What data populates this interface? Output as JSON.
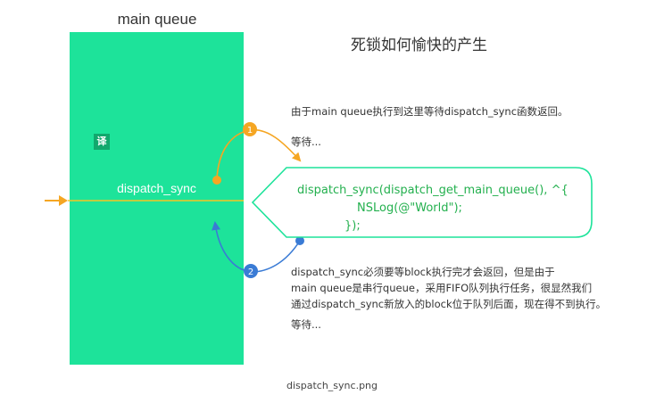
{
  "queue": {
    "title": "main queue",
    "badge": "译",
    "sync_label": "dispatch_sync"
  },
  "title": "死锁如何愉快的产生",
  "notes": {
    "step1": "由于main queue执行到这里等待dispatch_sync函数返回。",
    "wait1": "等待...",
    "step2": [
      "dispatch_sync必须要等block执行完才会返回，但是由于",
      "main queue是串行queue，采用FIFO队列执行任务，很显然我们",
      "通过dispatch_sync新放入的block位于队列后面，现在得不到执行。"
    ],
    "wait2": "等待..."
  },
  "code": [
    "dispatch_sync(dispatch_get_main_queue(), ^{",
    "NSLog(@\"World\");",
    "});"
  ],
  "markers": {
    "m1": "1",
    "m2": "2"
  },
  "caption": "dispatch_sync.png",
  "colors": {
    "queue_fill": "#1de39a",
    "orange": "#f5a623",
    "blue": "#3a7bd5",
    "code_border": "#1de39a",
    "code_text": "#23b04e"
  }
}
